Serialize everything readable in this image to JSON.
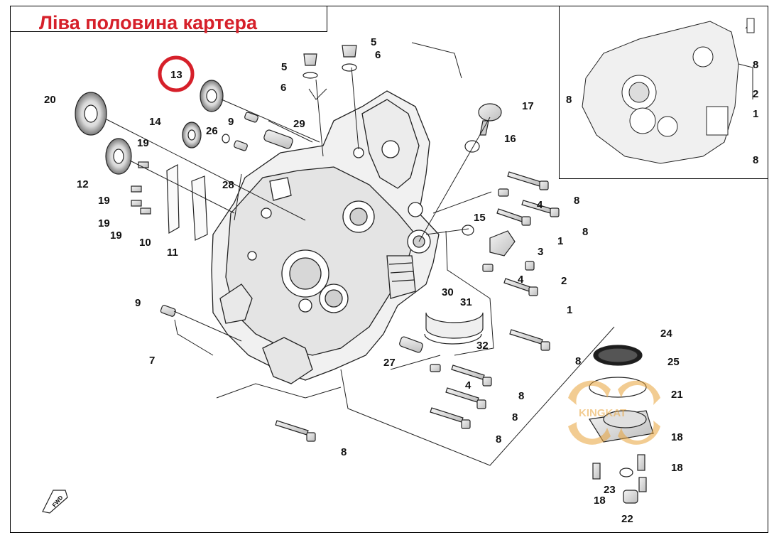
{
  "title": "Ліва половина картера",
  "highlight_color": "#d6202a",
  "watermark_color": "#e8a33a",
  "watermark_text": "KINGKAT",
  "fwd_text": "FWD",
  "callouts": {
    "c20": "20",
    "c13": "13",
    "c14": "14",
    "c26": "26",
    "c9a": "9",
    "c29": "29",
    "c5a": "5",
    "c6a": "6",
    "c5b": "5",
    "c6b": "6",
    "c17": "17",
    "c16": "16",
    "c19a": "19",
    "c12": "12",
    "c19b": "19",
    "c19c": "19",
    "c19d": "19",
    "c10": "10",
    "c11": "11",
    "c28": "28",
    "c8a": "8",
    "c4a": "4",
    "c8b": "8",
    "c15": "15",
    "c1a": "1",
    "c3": "3",
    "c2a": "2",
    "c4b": "4",
    "c1b": "1",
    "c9b": "9",
    "c7": "7",
    "c30": "30",
    "c31": "31",
    "c32": "32",
    "c27": "27",
    "c8c": "8",
    "c4c": "4",
    "c8d": "8",
    "c8e": "8",
    "c8f": "8",
    "c8g": "8",
    "c24": "24",
    "c25": "25",
    "c21": "21",
    "c18a": "18",
    "c18b": "18",
    "c18c": "18",
    "c23": "23",
    "c22": "22",
    "i8a": "8",
    "i8b": "8",
    "i8c": "8",
    "i2": "2",
    "i1": "1"
  }
}
